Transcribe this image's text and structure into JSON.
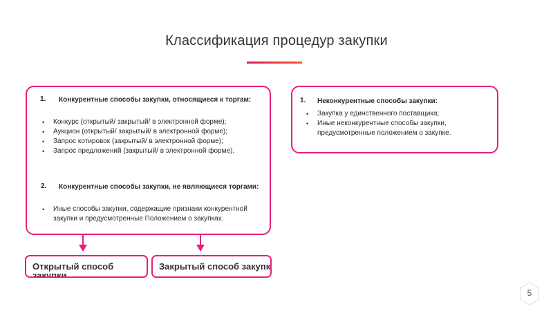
{
  "title": "Классификация процедур закупки",
  "left_box": {
    "section1": {
      "number": "1.",
      "heading": "Конкурентные способы закупки, относящиеся к торгам:",
      "items": [
        "Конкурс (открытый/ закрытый/ в электронной форме);",
        "Аукцион (открытый/ закрытый/ в электронной форме);",
        "Запрос котировок (закрытый/ в электронной форме);",
        "Запрос предложений (закрытый/ в электронной форме)."
      ]
    },
    "section2": {
      "number": "2.",
      "heading": "Конкурентные способы закупки, не являющиеся торгами:",
      "items": [
        "Иные способы закупки, содержащие признаки конкурентной закупки и предусмотренные Положением о закупках."
      ]
    }
  },
  "right_box": {
    "number": "1.",
    "heading": "Неконкурентные способы закупки:",
    "items": [
      "Закупка у единственного поставщика;",
      "Иные неконкурентные способы закупки, предусмотренные положением о закупке."
    ]
  },
  "open_method": "Открытый способ закупки",
  "closed_method": "Закрытый способ закупки",
  "page_number": "5",
  "colors": {
    "accent": "#e91e78",
    "rule_start": "#d81b60",
    "rule_end": "#ff5722"
  }
}
